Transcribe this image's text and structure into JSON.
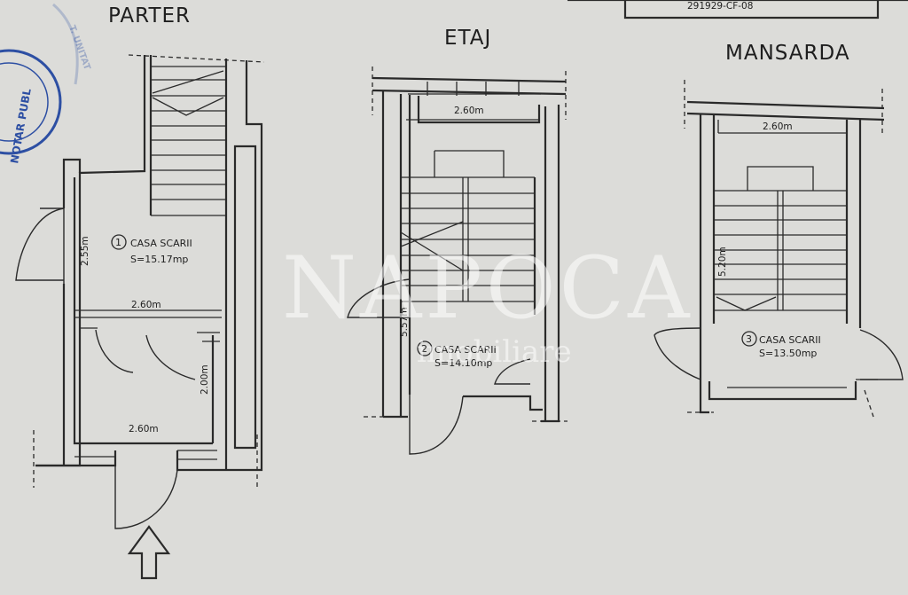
{
  "header_ref": "291929-CF-08",
  "stamp_text": "NOTAR PUBL",
  "stamp_text_right": "T. UNITAT",
  "floors": {
    "parter": {
      "title": "PARTER",
      "room_number": "1",
      "room_name": "CASA SCARII",
      "room_area": "S=15.17mp",
      "dim_height_upper": "2.55m",
      "dim_width_mid": "2.60m",
      "dim_height_lower": "2.00m",
      "dim_width_bottom": "2.60m"
    },
    "etaj": {
      "title": "ETAJ",
      "room_number": "2",
      "room_name": "CASA SCARII",
      "room_area": "S=14.10mp",
      "dim_width_top": "2.60m",
      "dim_height": "5.57m"
    },
    "mansarda": {
      "title": "MANSARDA",
      "room_number": "3",
      "room_name": "CASA SCARII",
      "room_area": "S=13.50mp",
      "dim_width_top": "2.60m",
      "dim_height": "5.20m"
    }
  },
  "watermark": {
    "brand": "NAPOCA",
    "sub": "imobiliare"
  },
  "colors": {
    "paper": "#dcdcd9",
    "ink": "#2a2a2a",
    "stamp": "#2d4fa3",
    "watermark": "#ffffff"
  }
}
